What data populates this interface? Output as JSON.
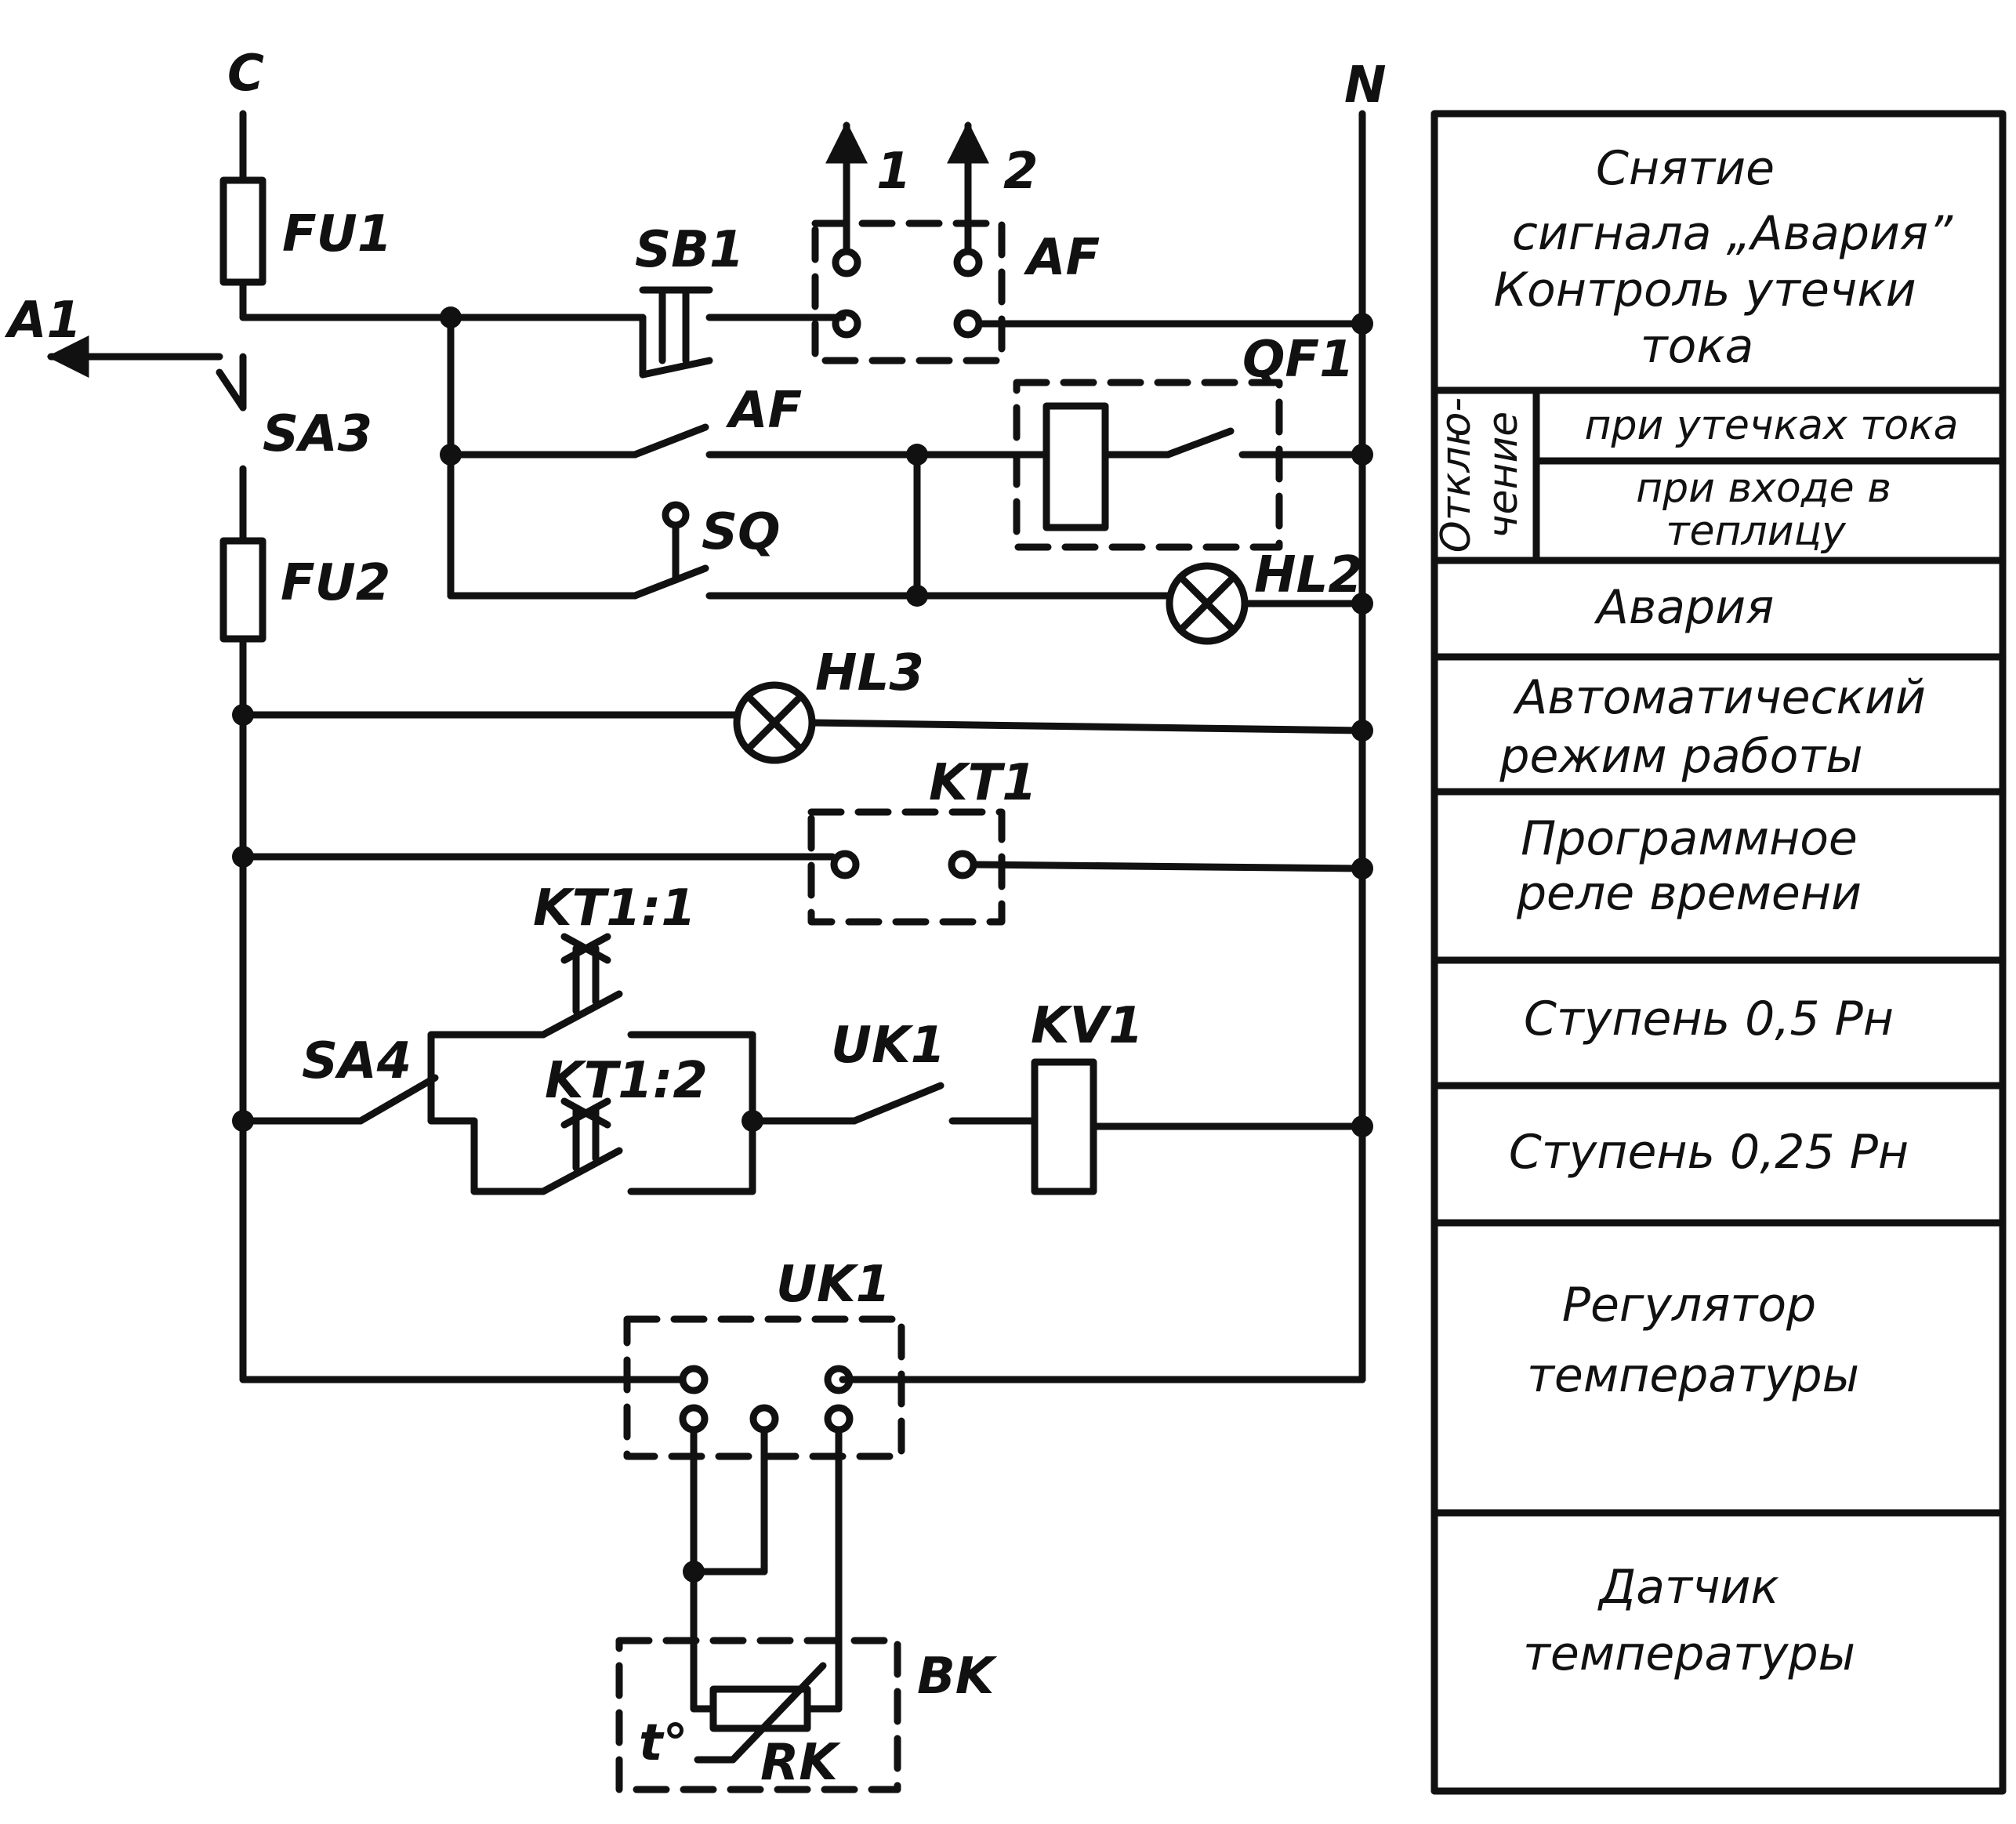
{
  "labels": {
    "phase": "C",
    "neutral": "N",
    "a1": "A1",
    "fu1": "FU1",
    "fu2": "FU2",
    "sa3": "SA3",
    "sb1": "SB1",
    "af_block": "AF",
    "af_contact": "AF",
    "out1": "1",
    "out2": "2",
    "qf1": "QF1",
    "sq": "SQ",
    "hl2": "HL2",
    "hl3": "HL3",
    "kt1": "KT1",
    "kt1_1": "KT1:1",
    "kt1_2": "KT1:2",
    "sa4": "SA4",
    "uk1_contact": "UK1",
    "kv1": "KV1",
    "uk1_block": "UK1",
    "bk": "BK",
    "rk": "RK",
    "t": "t°"
  },
  "legend": {
    "row1": [
      "Снятие",
      "сигнала „Авария”",
      "Контроль утечки",
      "тока"
    ],
    "side_label": [
      "Отклю-",
      "чение"
    ],
    "row2a": "при утечках тока",
    "row2b": [
      "при входе  в",
      "теплицу"
    ],
    "row3": "Авария",
    "row4": [
      "Автоматический",
      "режим работы"
    ],
    "row5": [
      "Программное",
      "реле времени"
    ],
    "row6": "Ступень 0,5 Рн",
    "row7": "Ступень 0,25 Рн",
    "row8": [
      "Регулятор",
      "температуры"
    ],
    "row9": [
      "Датчик",
      "температуры"
    ]
  }
}
